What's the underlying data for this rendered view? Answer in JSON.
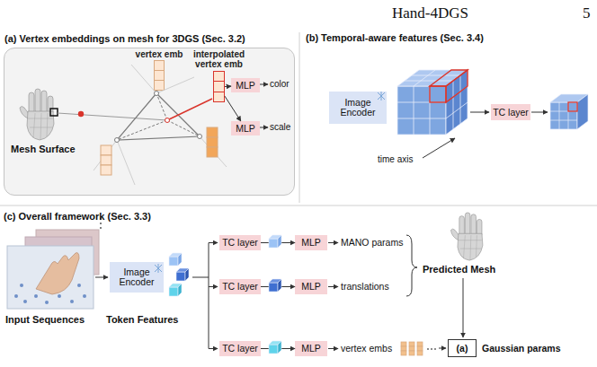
{
  "diagram": {
    "nodes": [
      {
        "text": [
          "(a) Vertex embeddings on mesh for 3DGS (Sec. 3.2)"
        ]
      },
      {
        "text": [
          "vertex emb"
        ],
        "in": 0
      },
      {
        "text": [
          "interpolated vertex emb"
        ],
        "in": 0
      },
      {
        "text": [
          "MLP"
        ],
        "in": 0
      },
      {
        "text": [
          "MLP"
        ],
        "in": 0
      },
      {
        "text": [
          "Image Encoder"
        ]
      },
      {
        "text": [
          "TC layer"
        ]
      },
      {
        "text": [
          "Image Encoder"
        ]
      },
      {
        "text": [
          "TC layer"
        ]
      },
      {
        "text": [
          "MLP"
        ]
      },
      {
        "text": [
          "TC layer"
        ]
      },
      {
        "text": [
          "MLP"
        ]
      },
      {
        "text": [
          "TC layer"
        ]
      },
      {
        "text": [
          "MLP"
        ]
      },
      {
        "text": [
          "(a)"
        ]
      }
    ],
    "edges": [
      {
        "from": 2,
        "to": 3,
        "arrow": "to"
      },
      {
        "from": 2,
        "to": 4,
        "arrow": "to"
      },
      {
        "from": 8,
        "to": 9,
        "arrow": "to"
      },
      {
        "from": 10,
        "to": 11,
        "arrow": "to"
      },
      {
        "from": 12,
        "to": 13,
        "arrow": "to"
      }
    ],
    "labels": [
      "Hand-4DGS",
      "5",
      "Mesh Surface",
      "color",
      "scale",
      "(b) Temporal-aware features (Sec. 3.4)",
      "time axis",
      "(c) Overall framework (Sec. 3.3)",
      "Input Sequences",
      "Token Features",
      "MANO params",
      "translations",
      "Predicted Mesh",
      "vertex embs",
      "Gaussian params"
    ]
  }
}
